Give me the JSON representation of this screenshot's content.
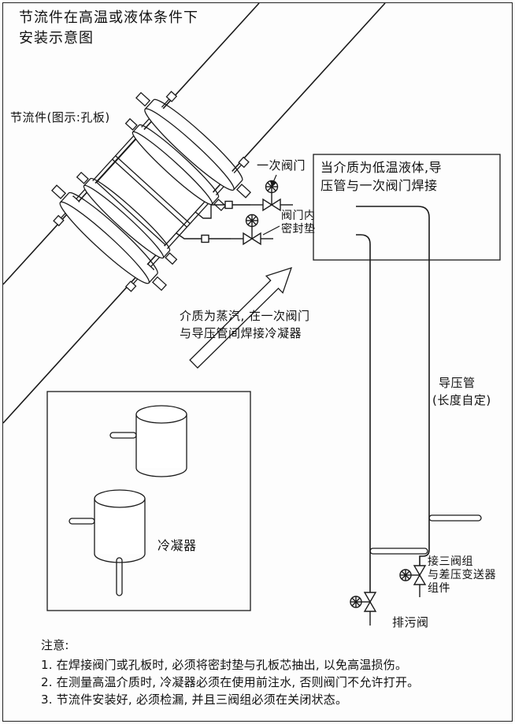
{
  "title": {
    "line1": "节流件在高温或液体条件下",
    "line2": "安装示意图"
  },
  "labels": {
    "throttle_element": "节流件(图示:孔板)",
    "primary_valve": "一次阀门",
    "valve_gasket_l1": "阀门内",
    "valve_gasket_l2": "密封垫",
    "low_temp_note_l1": "当介质为低温液体,导",
    "low_temp_note_l2": "压管与一次阀门焊接",
    "steam_note_l1": "介质为蒸汽, 在一次阀门",
    "steam_note_l2": "与导压管间焊接冷凝器",
    "impulse_pipe_l1": "导压管",
    "impulse_pipe_l2": "(长度自定)",
    "condenser": "冷凝器",
    "manifold_l1": "接三阀组",
    "manifold_l2": "与差压变送器",
    "manifold_l3": "组件",
    "drain_valve": "排污阀"
  },
  "notes": {
    "heading": "注意:",
    "items": [
      "1. 在焊接阀门或孔板时, 必须将密封垫与孔板芯抽出, 以免高温损伤。",
      "2. 在测量高温介质时, 冷凝器必须在使用前注水, 否则阀门不允许打开。",
      "3. 节流件安装好, 必须检漏, 并且三阀组必须在关闭状态。"
    ]
  },
  "colors": {
    "line": "#1a1a1a",
    "paper": "#fdfdfd"
  }
}
